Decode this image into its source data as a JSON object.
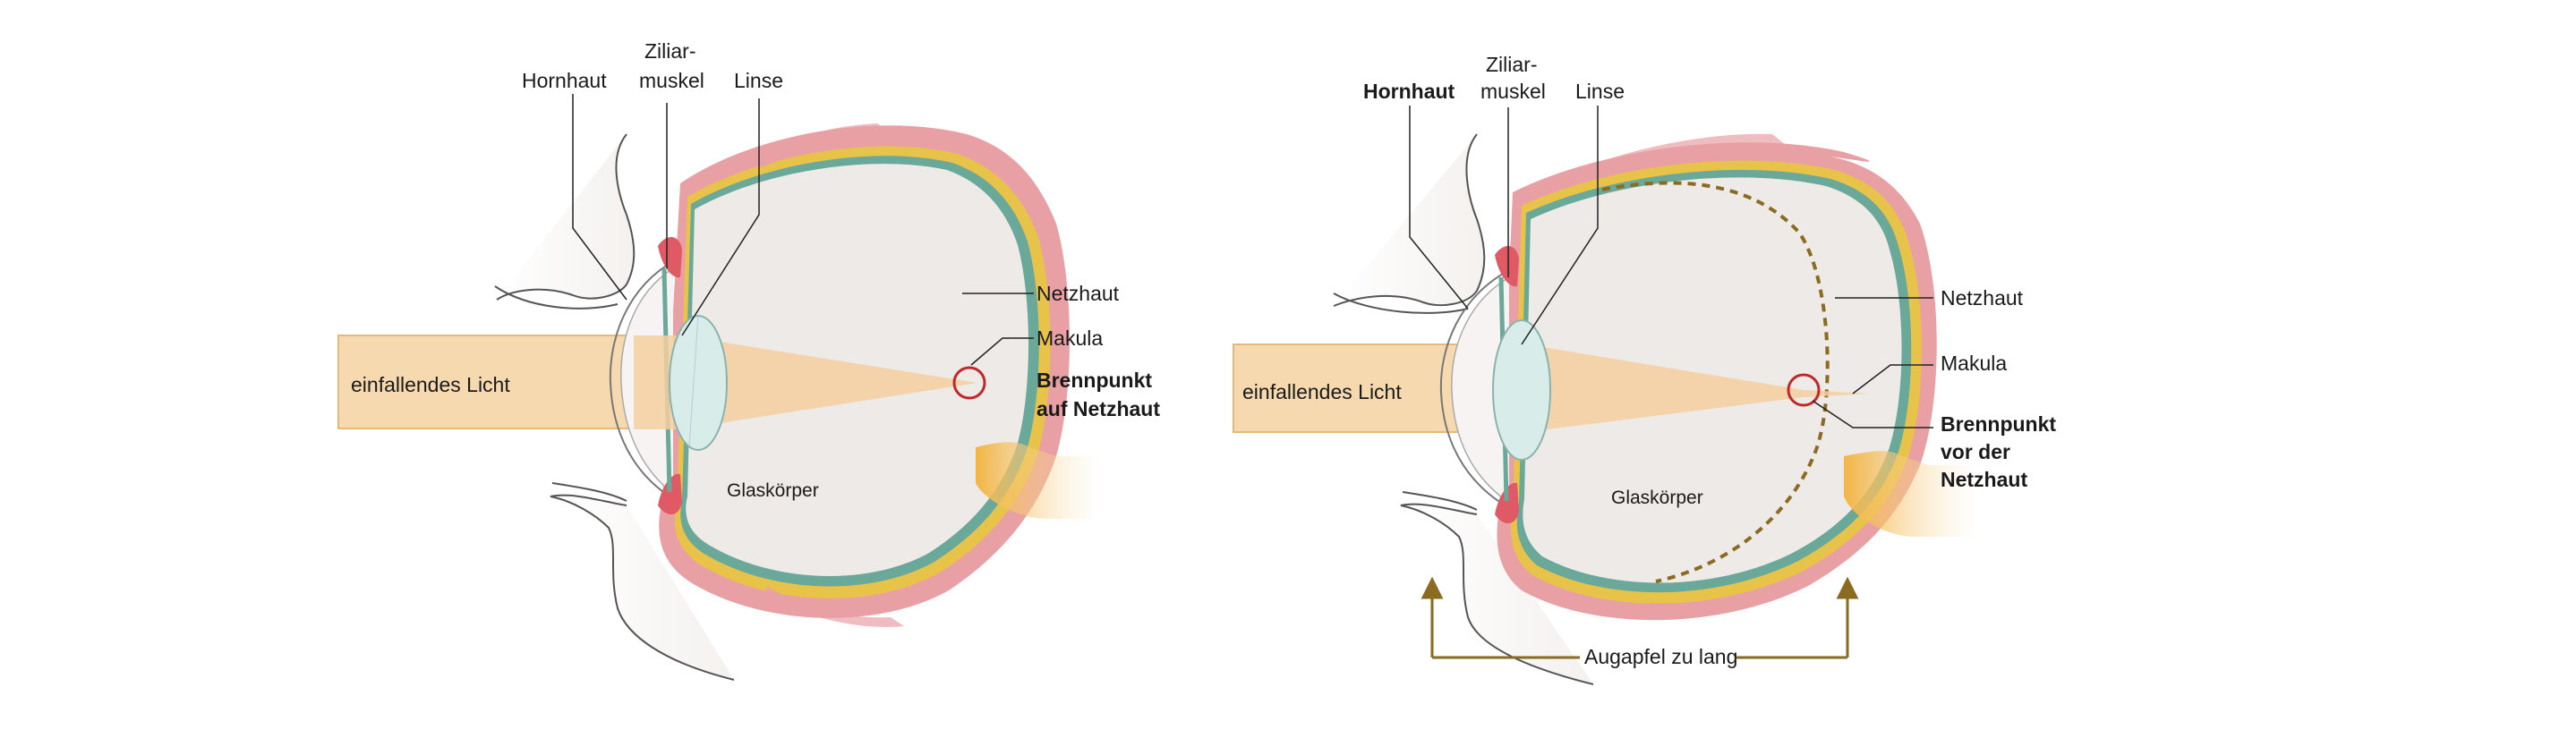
{
  "panels": [
    {
      "id": "normal",
      "labels": {
        "cornea": "Hornhaut",
        "ciliary_line1": "Ziliar-",
        "ciliary_line2": "muskel",
        "lens": "Linse",
        "retina": "Netzhaut",
        "macula": "Makula",
        "focus_line1": "Brennpunkt",
        "focus_line2": "auf Netzhaut",
        "light": "einfallendes Licht",
        "vitreous": "Glaskörper"
      }
    },
    {
      "id": "myopia",
      "labels": {
        "cornea": "Hornhaut",
        "ciliary_line1": "Ziliar-",
        "ciliary_line2": "muskel",
        "lens": "Linse",
        "retina": "Netzhaut",
        "macula": "Makula",
        "focus_line1": "Brennpunkt",
        "focus_line2": "vor der",
        "focus_line3": "Netzhaut",
        "light": "einfallendes Licht",
        "vitreous": "Glaskörper",
        "eyeball_length": "Augapfel zu lang"
      }
    }
  ],
  "colors": {
    "sclera": "#e8a0a4",
    "retina_yellow": "#e8c34a",
    "retina_green": "#6aa89a",
    "vitreous": "#eeeae8",
    "light_beam": "#f7d9b0",
    "lens": "#d8ecea",
    "optic_nerve": "#f3b544",
    "focus_ring": "#c0282a",
    "length_arrow": "#8b6a22"
  }
}
